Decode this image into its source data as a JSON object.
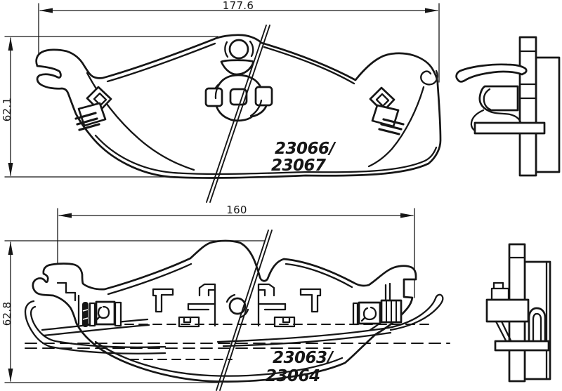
{
  "colors": {
    "background": "#ffffff",
    "ink": "#161616"
  },
  "top_drawing": {
    "width_dim_label": "177.6",
    "height_dim_label": "62.1",
    "part_number_line1": "23066/",
    "part_number_line2": "23067"
  },
  "bottom_drawing": {
    "width_dim_label": "160",
    "height_dim_label": "62.8",
    "part_number_line1": "23063/",
    "part_number_line2": "23064"
  }
}
